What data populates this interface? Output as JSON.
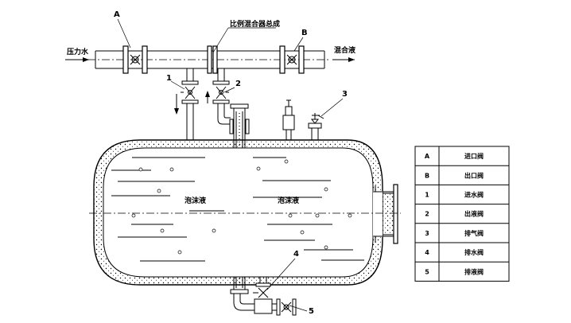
{
  "labels": {
    "mixer_assembly": "比例混合器总成",
    "inlet": "压力水",
    "outlet": "混合液",
    "foam_left": "泡沫液",
    "foam_right": "泡沫液",
    "A": "A",
    "B": "B",
    "n1": "1",
    "n2": "2",
    "n3": "3",
    "n4": "4",
    "n5": "5"
  },
  "legend": [
    {
      "key": "A",
      "value": "进口阀"
    },
    {
      "key": "B",
      "value": "出口阀"
    },
    {
      "key": "1",
      "value": "进水阀"
    },
    {
      "key": "2",
      "value": "出液阀"
    },
    {
      "key": "3",
      "value": "排气阀"
    },
    {
      "key": "4",
      "value": "排水阀"
    },
    {
      "key": "5",
      "value": "排液阀"
    }
  ]
}
